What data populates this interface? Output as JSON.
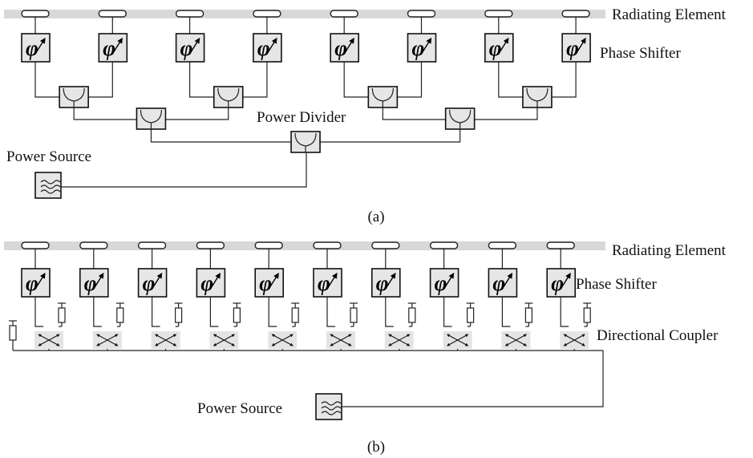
{
  "diagram_a": {
    "labels": {
      "radiating_element": "Radiating Element",
      "phase_shifter": "Phase Shifter",
      "power_divider": "Power Divider",
      "power_source": "Power Source",
      "caption": "(a)"
    },
    "phase_shifter_symbol": "φ",
    "element_count": 8
  },
  "diagram_b": {
    "labels": {
      "radiating_element": "Radiating Element",
      "phase_shifter": "Phase Shifter",
      "directional_coupler": "Directional Coupler",
      "power_source": "Power Source",
      "caption": "(b)"
    },
    "phase_shifter_symbol": "φ",
    "element_count": 10
  }
}
